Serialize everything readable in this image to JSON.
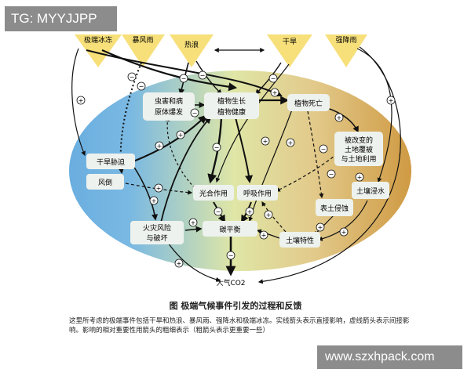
{
  "watermark_top": "TG: MYYJJPP",
  "watermark_bottom": "www.szxhpack.com",
  "events": {
    "ice": "极端冰冻",
    "storm": "暴风雨",
    "heat": "热浪",
    "drought": "干旱",
    "rain": "强降雨"
  },
  "nodes": {
    "pest": [
      "虫害和病",
      "原体爆发"
    ],
    "growth": [
      "植物生长",
      "植物健康"
    ],
    "death": "植物死亡",
    "landuse": [
      "被改变的",
      "土地覆被",
      "与土地利用"
    ],
    "drought_stress": "干旱胁迫",
    "windthrow": "风倒",
    "photo": "光合作用",
    "resp": "呼吸作用",
    "waterlog": "土壤浸水",
    "erosion": "表土侵蚀",
    "fire": [
      "火灾风险",
      "与破坏"
    ],
    "balance": "碳平衡",
    "soil": "土壤特性",
    "co2": "大气CO2"
  },
  "sign_plus": "+",
  "sign_minus": "−",
  "figure_title": "图 极端气候事件引发的过程和反馈",
  "caption": "这里所考虑的极端事件包括干旱和热浪、暴风雨、强降水和极端冰冻。实线箭头表示直接影响，虚线箭头表示间接影响。影响的相对重要性用箭头的粗细表示（粗箭头表示更重要一些）",
  "colors": {
    "ellipse_left": "#6aaee0",
    "ellipse_mid": "#dfe6a6",
    "ellipse_right": "#cf9a43",
    "triangle": "#f7e07a",
    "node_fill": "#eef2ee",
    "arrow": "#111111"
  }
}
